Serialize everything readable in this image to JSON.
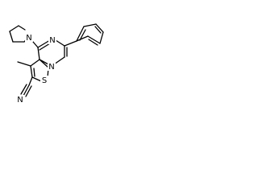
{
  "molecule": {
    "atom_labels": {
      "pyrrolidine_n": "N",
      "pyrimidine_n3": "N",
      "pyrimidine_n1": "N",
      "thiophene_s": "S",
      "nitrile_n": "N"
    },
    "colors": {
      "bond": "#000000",
      "label": "#000000",
      "background": "#ffffff"
    }
  }
}
